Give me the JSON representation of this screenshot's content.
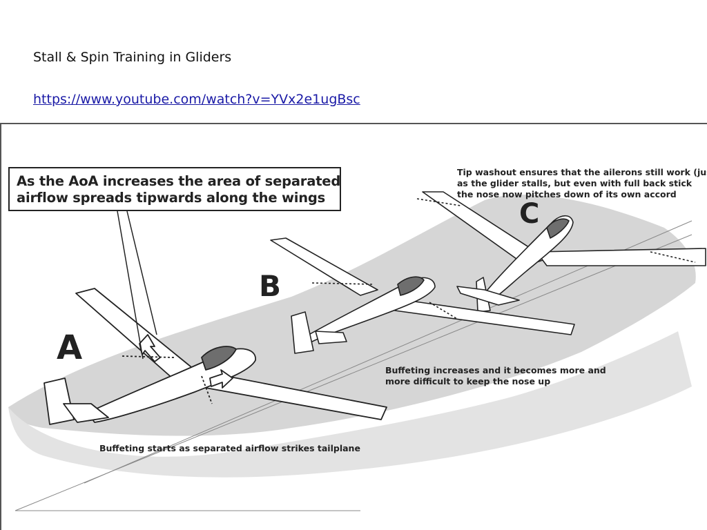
{
  "slide": {
    "title": "Stall & Spin Training in Gliders",
    "link": "https://www.youtube.com/watch?v=YVx2e1ugBsc"
  },
  "diagram": {
    "callout": {
      "line1": "As the AoA increases the area of separated",
      "line2": "airflow spreads tipwards along the wings"
    },
    "tip_note": {
      "line1": "Tip washout ensures that the ailerons still work (just)",
      "line2": "as the glider stalls, but even with full back stick",
      "line3": "the nose now pitches down of its own accord"
    },
    "mid_note": {
      "line1": "Buffeting increases and it becomes more and",
      "line2": "more difficult to keep the nose up"
    },
    "bottom_note": "Buffeting starts as separated airflow strikes tailplane",
    "labels": {
      "a": "A",
      "b": "B",
      "c": "C"
    },
    "colors": {
      "shadow": "#d6d6d6",
      "outline": "#222222",
      "canopy": "#6e6e6e",
      "wing": "#ffffff"
    }
  }
}
